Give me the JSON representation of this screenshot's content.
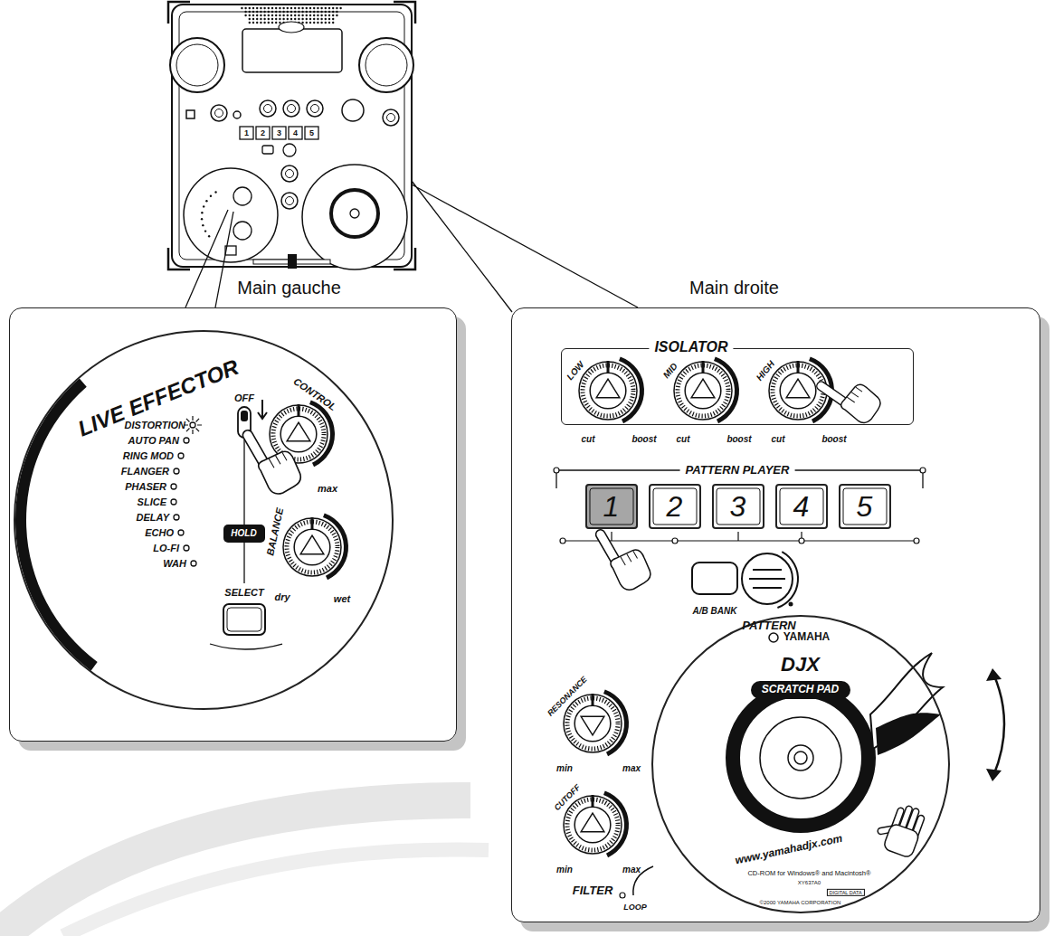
{
  "diagram": {
    "nodes": [
      {
        "text": [
          "Main gauche"
        ]
      },
      {
        "text": [
          "LIVE EFFECTOR"
        ],
        "in": 0
      },
      {
        "text": [
          "HOLD"
        ],
        "in": 1
      },
      {
        "text": [
          "Main droite"
        ]
      },
      {
        "text": [
          "ISOLATOR"
        ],
        "in": 3
      },
      {
        "text": [
          "1"
        ],
        "in": 3
      },
      {
        "text": [
          "2"
        ],
        "in": 3
      },
      {
        "text": [
          "3"
        ],
        "in": 3
      },
      {
        "text": [
          "4"
        ],
        "in": 3
      },
      {
        "text": [
          "5"
        ],
        "in": 3
      },
      {
        "text": [
          "YAMAHA",
          "DJX",
          "SCRATCH PAD",
          "www.yamahadjx.com",
          "CD-ROM for Windows® and Macintosh®",
          "XY637A0",
          "DIGITAL DATA",
          "©2000 YAMAHA CORPORATION"
        ],
        "in": 3
      }
    ],
    "labels": [
      "1",
      "2",
      "3",
      "4",
      "5",
      "DISTORTION",
      "AUTO PAN",
      "RING MOD",
      "FLANGER",
      "PHASER",
      "SLICE",
      "DELAY",
      "ECHO",
      "LO-FI",
      "WAH",
      "OFF",
      "CONTROL",
      "max",
      "SELECT",
      "BALANCE",
      "dry",
      "wet",
      "LOW",
      "MID",
      "HIGH",
      "cut",
      "boost",
      "cut",
      "boost",
      "cut",
      "boost",
      "PATTERN PLAYER",
      "A/B BANK",
      "PATTERN",
      "RESONANCE",
      "min",
      "max",
      "CUTOFF",
      "min",
      "max",
      "FILTER",
      "LOOP"
    ]
  }
}
